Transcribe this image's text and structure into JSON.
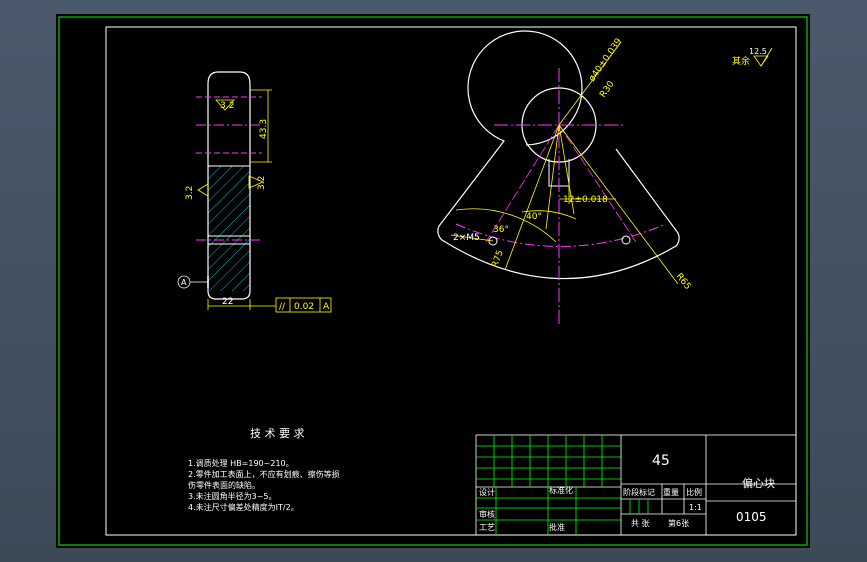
{
  "part": {
    "name": "偏心块",
    "material": "45",
    "drawing_number": "0105",
    "scale": "1:1"
  },
  "title_block": {
    "design": "设计",
    "standardization": "标准化",
    "review": "审核",
    "process": "工艺",
    "approve": "批准",
    "stage_mark": "阶段标记",
    "weight": "重量",
    "scale_label": "比例",
    "total_sheets": "共 张",
    "sheet_no": "第6张"
  },
  "tech_requirements": {
    "title": "技 术 要 求",
    "items": [
      "1.调质处理 HB=190~210。",
      "2.零件加工表面上，不应有划痕、擦伤等损",
      "伤零件表面的缺陷。",
      "3.未注圆角半径为3~5。",
      "4.未注尺寸偏差处精度为IT/2。"
    ]
  },
  "roughness": {
    "general_label": "其余",
    "general_value": "12.5",
    "side_top": "3.2",
    "side_mid": "3.2",
    "side_left": "3.2"
  },
  "dimensions": {
    "height_43": "43.3",
    "width_22": "22",
    "parallel_tol": "//",
    "parallel_val": "0.02",
    "datum": "A",
    "bore": "ø40±0.039",
    "r30": "R30",
    "slot": "12±0.018",
    "angle_40": "40°",
    "angle_36": "36°",
    "holes": "2×M5",
    "r75": "R75",
    "r65": "R65"
  }
}
